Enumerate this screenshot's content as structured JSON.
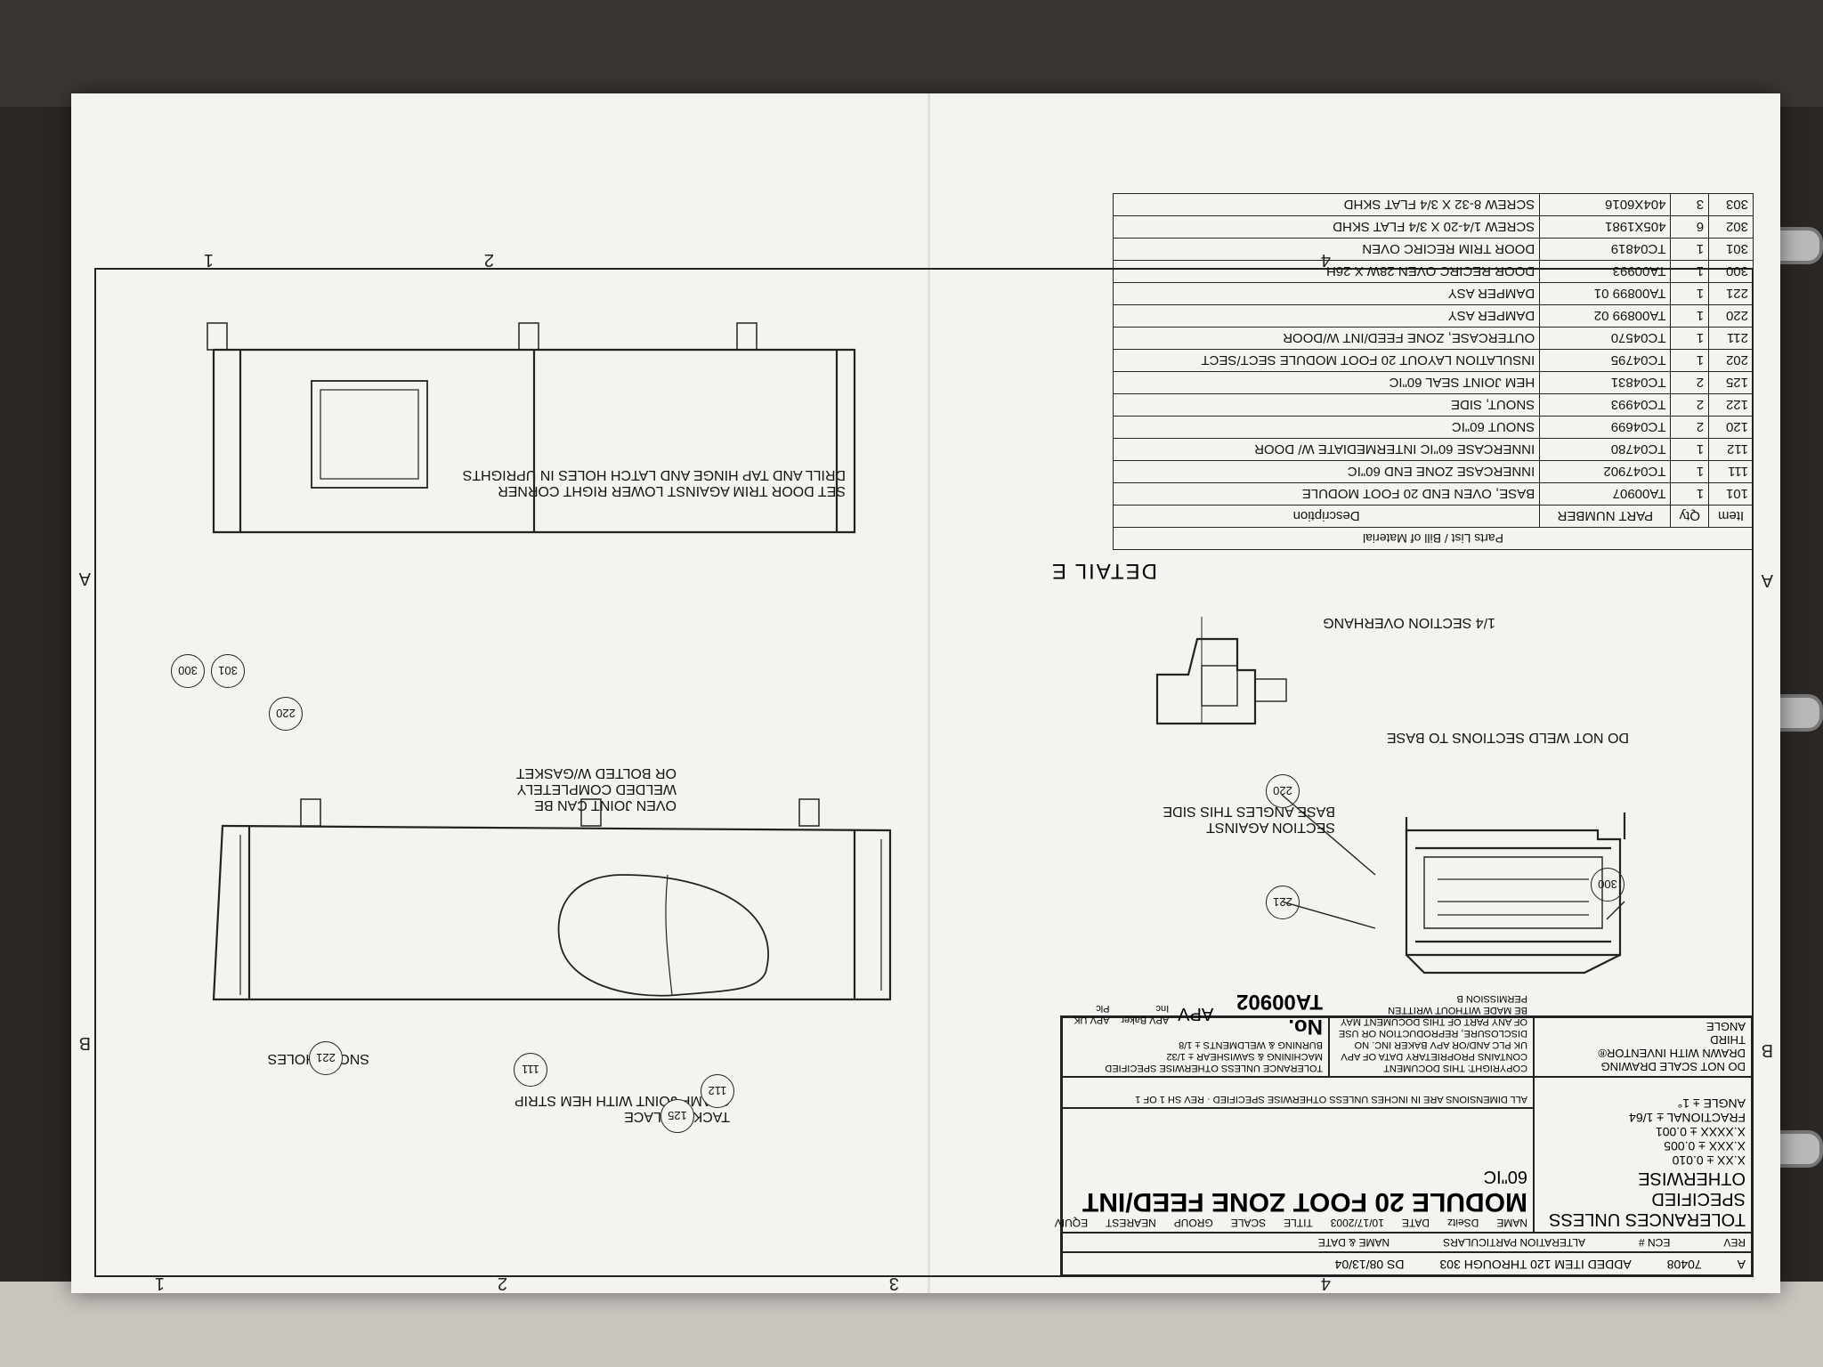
{
  "bom": {
    "title": "Parts List / Bill of Material",
    "headers": [
      "Item",
      "Qty",
      "PART NUMBER",
      "Description"
    ],
    "rows": [
      [
        "101",
        "1",
        "TA00907",
        "BASE, OVEN END 20 FOOT MODULE"
      ],
      [
        "111",
        "1",
        "TC047902",
        "INNERCASE ZONE END 60\"IC"
      ],
      [
        "112",
        "1",
        "TC04780",
        "INNERCASE 60\"IC INTERMEDIATE    W/ DOOR"
      ],
      [
        "120",
        "2",
        "TC04699",
        "SNOUT 60\"IC"
      ],
      [
        "122",
        "2",
        "TC04993",
        "SNOUT, SIDE"
      ],
      [
        "125",
        "2",
        "TC04831",
        "HEM JOINT SEAL 60\"IC"
      ],
      [
        "202",
        "1",
        "TC04795",
        "INSULATION LAYOUT 20 FOOT MODULE SECT/SECT"
      ],
      [
        "211",
        "1",
        "TC04570",
        "OUTERCASE, ZONE FEED/INT W/DOOR"
      ],
      [
        "220",
        "1",
        "TA00899 02",
        "DAMPER ASY"
      ],
      [
        "221",
        "1",
        "TA00899 01",
        "DAMPER ASY"
      ],
      [
        "300",
        "1",
        "TA00993",
        "DOOR RECIRC OVEN 28W X 26H"
      ],
      [
        "301",
        "1",
        "TC04819",
        "DOOR TRIM RECIRC OVEN"
      ],
      [
        "302",
        "6",
        "405X1981",
        "SCREW 1/4-20 X 3/4 FLAT SKHD"
      ],
      [
        "303",
        "3",
        "404X6016",
        "SCREW 8-32 X 3/4 FLAT SKHD"
      ]
    ]
  },
  "detail": {
    "label": "DETAIL E",
    "overhang": "1/4 SECTION OVERHANG"
  },
  "notes": {
    "no_weld": "DO NOT WELD SECTIONS TO BASE",
    "section_against": [
      "SECTION AGAINST",
      "BASE ANGLES THIS SIDE"
    ],
    "oven_joint": [
      "OVEN JOINT CAN BE",
      "WELDED COMPLETELY",
      "OR BOLTED W/GASKET"
    ],
    "door_trim": [
      "SET DOOR TRIM AGAINST LOWER RIGHT CORNER",
      "DRILL AND TAP HINGE AND LATCH HOLES IN UPRIGHTS"
    ],
    "snout_holes": "SNOUT HOLES",
    "clamp_joint": [
      "CLAMP JOINT WITH HEM STRIP",
      "TACK IN PLACE"
    ]
  },
  "balloons": [
    "220",
    "221",
    "300",
    "220",
    "300",
    "301",
    "221",
    "111",
    "125",
    "112"
  ],
  "title_block": {
    "drawn_with": "DRAWN WITH INVENTOR®",
    "do_not_scale": "DO NOT SCALE DRAWING",
    "tolerances": [
      "TOLERANCES UNLESS",
      "SPECIFIED OTHERWISE"
    ],
    "tol_values": [
      "X.XX ± 0.010",
      "X.XXX ± 0.005",
      "X.XXXX ± 0.001"
    ],
    "fractional": "FRACTIONAL ± 1/64",
    "angle": "ANGLE ± 1°",
    "third_angle": [
      "THIRD",
      "ANGLE"
    ],
    "copyright": "COPYRIGHT: THIS DOCUMENT CONTAINS PROPRIETARY DATA OF APV UK PLC AND/OR APV BAKER INC. NO DISCLOSURE, REPRODUCTION OR USE OF ANY PART OF THIS DOCUMENT MAY BE MADE WITHOUT WRITTEN PERMISSION",
    "sheet_size": "B",
    "company_logo": "APV",
    "company1": "APV Baker Inc",
    "company2": "APV UK Plc",
    "tol_unless": "TOLERANCE UNLESS OTHERWISE SPECIFIED",
    "machining": "MACHINING & SAWISHEAR   ± 1/32",
    "burning": "BURNING & WELDMENTS   ± 1/8",
    "drawing_no": "No. TA00902",
    "all_dims": "ALL DIMENSIONS ARE IN INCHES UNLESS OTHERWISE SPECIFIED",
    "rev_label": "REV",
    "sh_label": "SH",
    "sh_value": "1",
    "of_label": "OF",
    "of_value": "1",
    "title_line1": "MODULE 20 FOOT ZONE FEED/INT",
    "title_line2": "60\"IC",
    "equiv": "EQUIV",
    "nearest": "NEAREST",
    "scale": "SCALE",
    "group": "GROUP",
    "name_label": "NAME",
    "name_value": "DSeitz",
    "date_label": "DATE",
    "date_value": "10/17/2003",
    "title_label": "TITLE",
    "rev_hdr": "REV",
    "ecn_hdr": "ECN #",
    "alteration_hdr": "ALTERATION PARTICULARS",
    "name_date_hdr": "NAME & DATE",
    "rev_a": "A",
    "ecn_a": "70408",
    "alteration_a": "ADDED ITEM 120 THROUGH 303",
    "name_date_a": "DS 08/13/04"
  },
  "zones": {
    "cols": [
      "1",
      "2",
      "3",
      "4"
    ],
    "rows": [
      "A",
      "B"
    ]
  }
}
